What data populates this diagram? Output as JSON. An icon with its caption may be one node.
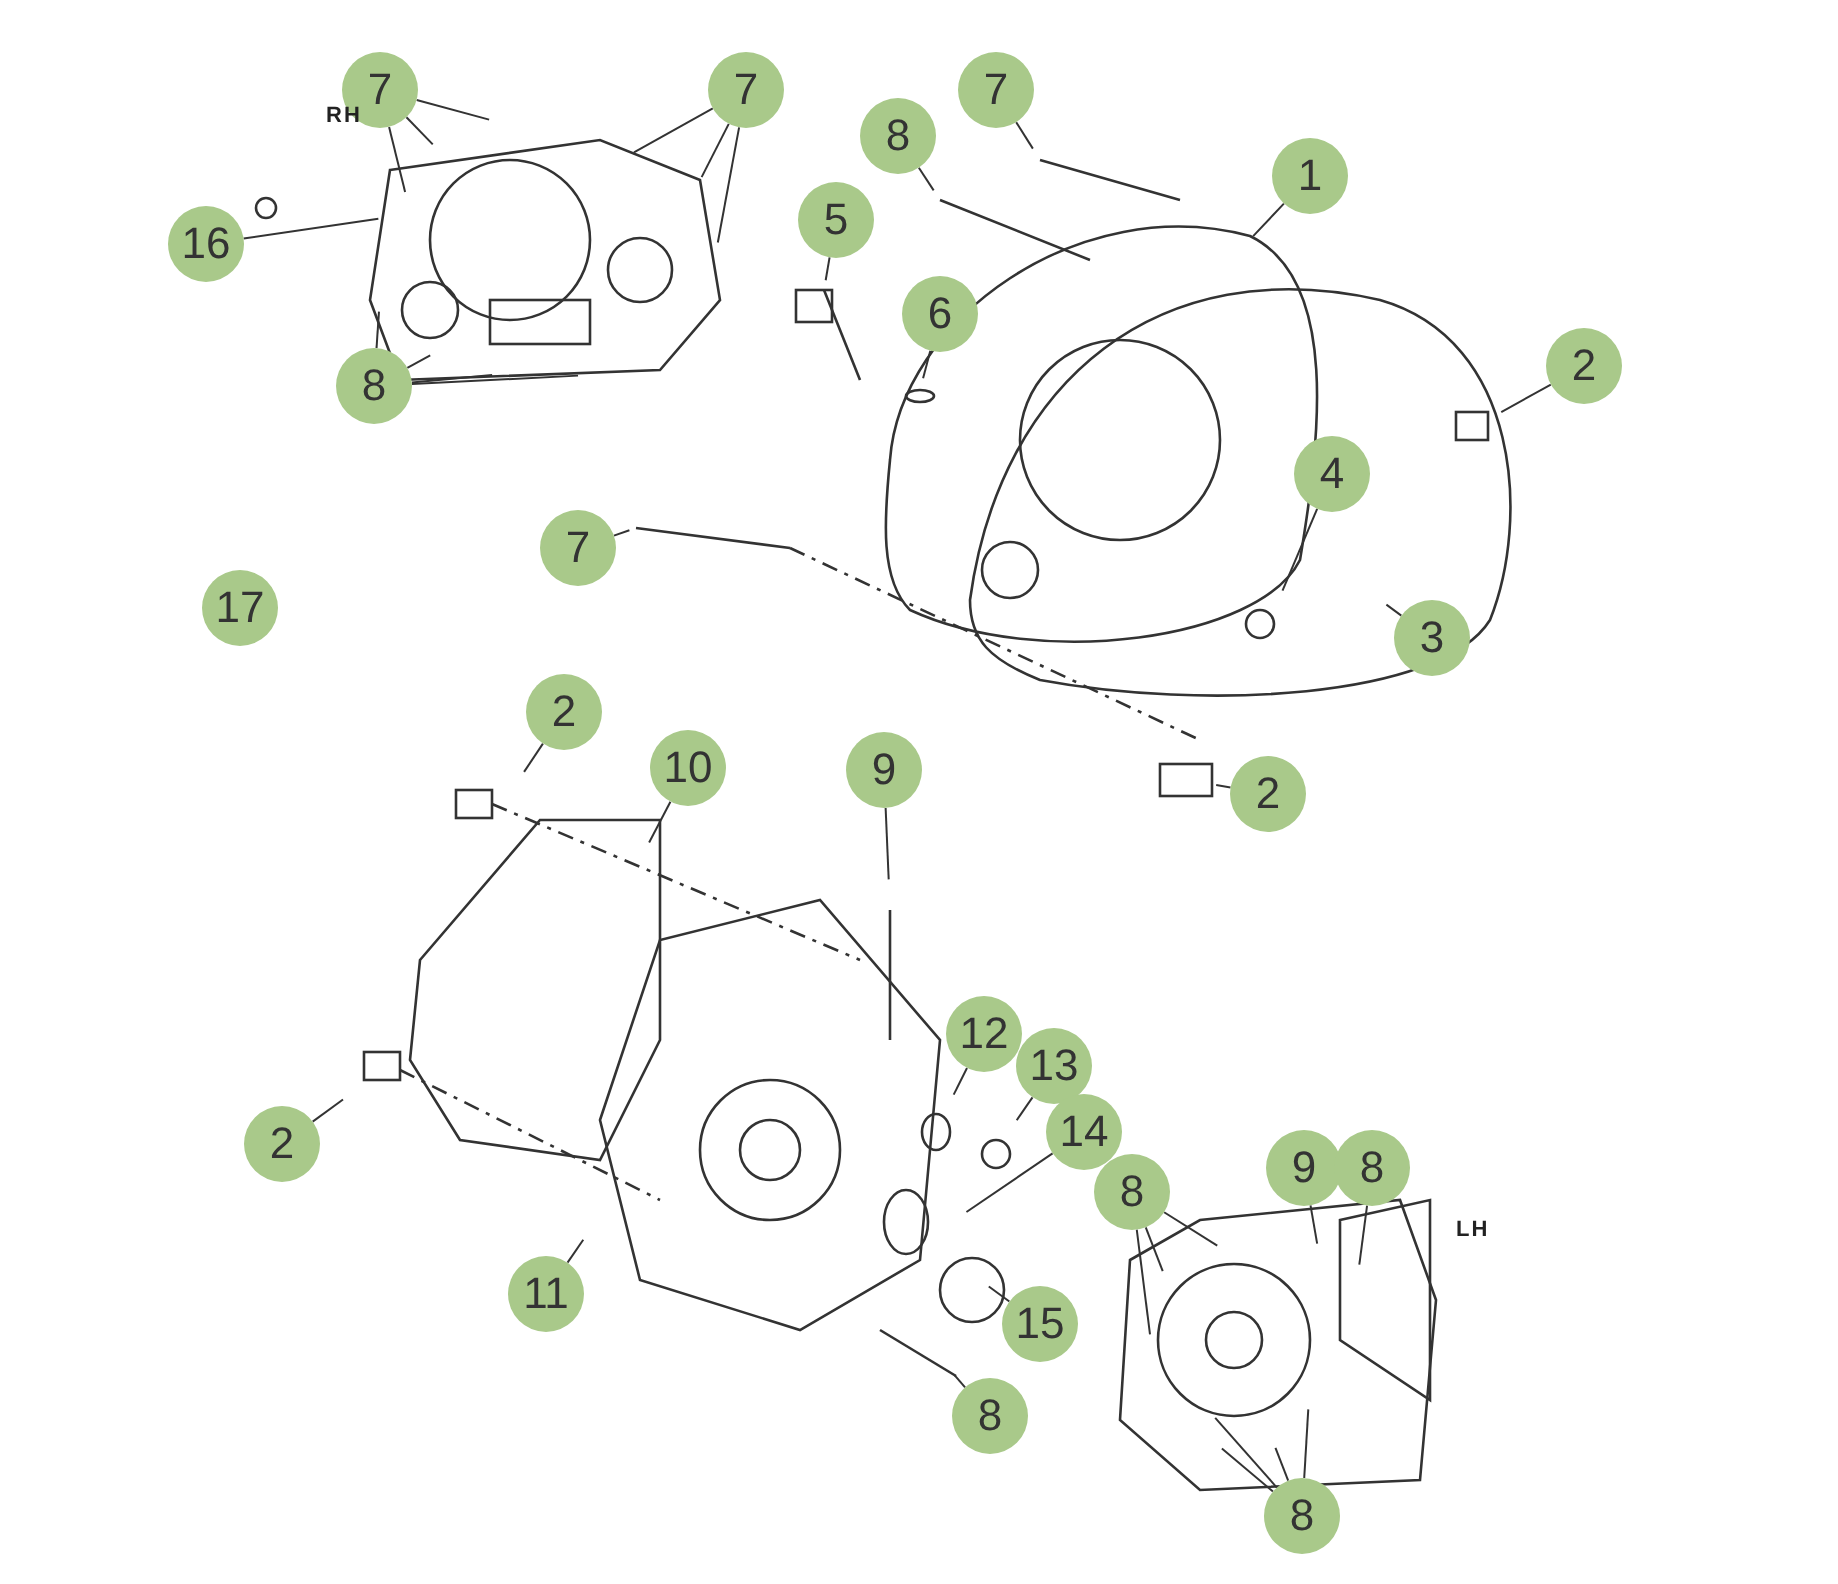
{
  "diagram": {
    "nodes": [
      {
        "text": [
          "7"
        ]
      },
      {
        "text": [
          "7"
        ]
      },
      {
        "text": [
          "7"
        ]
      },
      {
        "text": [
          "8"
        ]
      },
      {
        "text": [
          "1"
        ]
      },
      {
        "text": [
          "5"
        ]
      },
      {
        "text": [
          "16"
        ]
      },
      {
        "text": [
          "6"
        ]
      },
      {
        "text": [
          "2"
        ]
      },
      {
        "text": [
          "8"
        ]
      },
      {
        "text": [
          "4"
        ]
      },
      {
        "text": [
          "7"
        ]
      },
      {
        "text": [
          "17"
        ]
      },
      {
        "text": [
          "3"
        ]
      },
      {
        "text": [
          "2"
        ]
      },
      {
        "text": [
          "10"
        ]
      },
      {
        "text": [
          "9"
        ]
      },
      {
        "text": [
          "2"
        ]
      },
      {
        "text": [
          "12"
        ]
      },
      {
        "text": [
          "13"
        ]
      },
      {
        "text": [
          "14"
        ]
      },
      {
        "text": [
          "2"
        ]
      },
      {
        "text": [
          "8"
        ]
      },
      {
        "text": [
          "9"
        ]
      },
      {
        "text": [
          "8"
        ]
      },
      {
        "text": [
          "11"
        ]
      },
      {
        "text": [
          "15"
        ]
      },
      {
        "text": [
          "8"
        ]
      },
      {
        "text": [
          "8"
        ]
      }
    ],
    "edges": [
      {
        "from": 0,
        "to": null,
        "arrow": "none"
      },
      {
        "from": 0,
        "to": null,
        "arrow": "none"
      },
      {
        "from": 0,
        "to": null,
        "arrow": "none"
      },
      {
        "from": 1,
        "to": null,
        "arrow": "none"
      },
      {
        "from": 1,
        "to": null,
        "arrow": "none"
      },
      {
        "from": 1,
        "to": null,
        "arrow": "none"
      },
      {
        "from": 2,
        "to": null,
        "arrow": "none"
      },
      {
        "from": 3,
        "to": null,
        "arrow": "none"
      },
      {
        "from": 4,
        "to": null,
        "arrow": "none"
      },
      {
        "from": 5,
        "to": null,
        "arrow": "none"
      },
      {
        "from": 6,
        "to": null,
        "arrow": "none"
      },
      {
        "from": 7,
        "to": null,
        "arrow": "none"
      },
      {
        "from": 8,
        "to": null,
        "arrow": "none"
      },
      {
        "from": 9,
        "to": null,
        "arrow": "none"
      },
      {
        "from": 9,
        "to": null,
        "arrow": "none"
      },
      {
        "from": 9,
        "to": null,
        "arrow": "none"
      },
      {
        "from": 9,
        "to": null,
        "arrow": "none"
      },
      {
        "from": 10,
        "to": null,
        "arrow": "none"
      },
      {
        "from": 11,
        "to": null,
        "arrow": "none"
      },
      {
        "from": 13,
        "to": null,
        "arrow": "none"
      },
      {
        "from": 14,
        "to": null,
        "arrow": "none"
      },
      {
        "from": 15,
        "to": null,
        "arrow": "none"
      },
      {
        "from": 16,
        "to": null,
        "arrow": "none"
      },
      {
        "from": 17,
        "to": null,
        "arrow": "none"
      },
      {
        "from": 18,
        "to": null,
        "arrow": "none"
      },
      {
        "from": 19,
        "to": null,
        "arrow": "none"
      },
      {
        "from": 20,
        "to": null,
        "arrow": "none"
      },
      {
        "from": 21,
        "to": null,
        "arrow": "none"
      },
      {
        "from": 22,
        "to": null,
        "arrow": "none"
      },
      {
        "from": 22,
        "to": null,
        "arrow": "none"
      },
      {
        "from": 22,
        "to": null,
        "arrow": "none"
      },
      {
        "from": 23,
        "to": null,
        "arrow": "none"
      },
      {
        "from": 24,
        "to": null,
        "arrow": "none"
      },
      {
        "from": 25,
        "to": null,
        "arrow": "none"
      },
      {
        "from": 26,
        "to": null,
        "arrow": "none"
      },
      {
        "from": 27,
        "to": null,
        "arrow": "none"
      },
      {
        "from": 28,
        "to": null,
        "arrow": "none"
      },
      {
        "from": 28,
        "to": null,
        "arrow": "none"
      },
      {
        "from": 28,
        "to": null,
        "arrow": "none"
      },
      {
        "from": 28,
        "to": null,
        "arrow": "none"
      }
    ],
    "labels": [
      "RH",
      "LH"
    ]
  }
}
